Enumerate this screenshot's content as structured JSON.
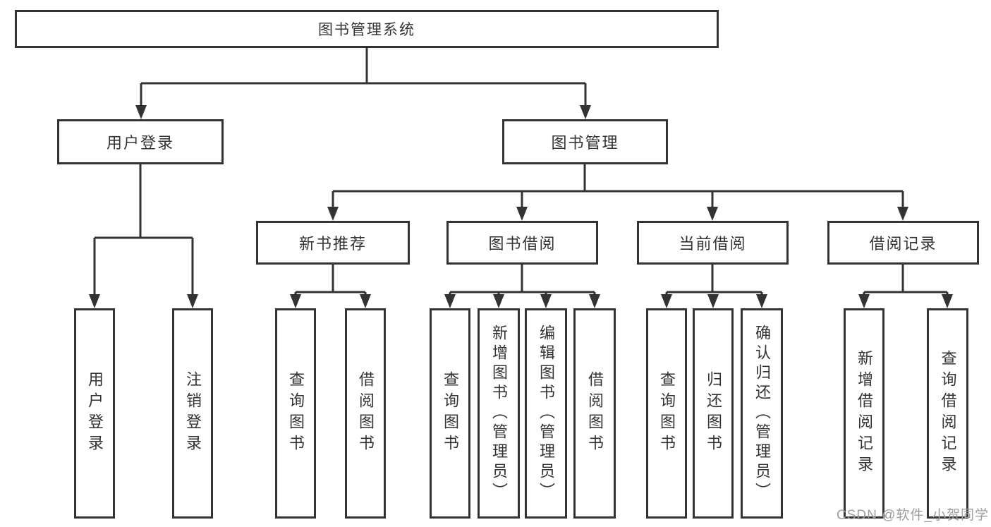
{
  "tree": {
    "root": {
      "label": "图书管理系统"
    },
    "branches": [
      {
        "label": "用户登录",
        "children": [
          {
            "label": "用户登录"
          },
          {
            "label": "注销登录"
          }
        ]
      },
      {
        "label": "图书管理",
        "children": [
          {
            "label": "新书推荐",
            "children": [
              {
                "label": "查询图书"
              },
              {
                "label": "借阅图书"
              }
            ]
          },
          {
            "label": "图书借阅",
            "children": [
              {
                "label": "查询图书"
              },
              {
                "label": "新增图书（管理员）"
              },
              {
                "label": "编辑图书（管理员）"
              },
              {
                "label": "借阅图书"
              }
            ]
          },
          {
            "label": "当前借阅",
            "children": [
              {
                "label": "查询图书"
              },
              {
                "label": "归还图书"
              },
              {
                "label": "确认归还（管理员）"
              }
            ]
          },
          {
            "label": "借阅记录",
            "children": [
              {
                "label": "新增借阅记录"
              },
              {
                "label": "查询借阅记录"
              }
            ]
          }
        ]
      }
    ]
  },
  "watermark": {
    "text": "CSDN @软件_小贺同学"
  },
  "icons": {
    "arrowhead": "solid triangle pointing down"
  },
  "colors": {
    "line": "#333333",
    "text": "#333333",
    "watermark": "#9e9e9e",
    "background": "#ffffff"
  }
}
